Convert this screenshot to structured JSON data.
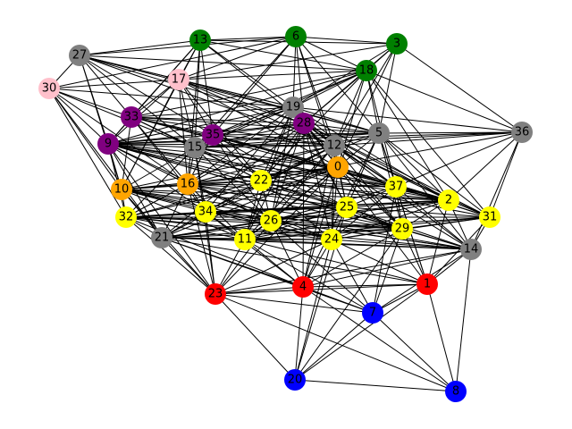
{
  "colors": {
    "red": "#ff0000",
    "green": "#008000",
    "blue": "#0000ff",
    "yellow": "#ffff00",
    "gray": "#808080",
    "purple": "#800080",
    "orange": "#ffa500",
    "pink": "#ffc0cb"
  },
  "nodes": [
    {
      "id": "0",
      "color": "orange"
    },
    {
      "id": "1",
      "color": "red"
    },
    {
      "id": "2",
      "color": "yellow"
    },
    {
      "id": "3",
      "color": "green"
    },
    {
      "id": "4",
      "color": "red"
    },
    {
      "id": "5",
      "color": "gray"
    },
    {
      "id": "6",
      "color": "green"
    },
    {
      "id": "7",
      "color": "blue"
    },
    {
      "id": "8",
      "color": "blue"
    },
    {
      "id": "9",
      "color": "purple"
    },
    {
      "id": "10",
      "color": "orange"
    },
    {
      "id": "11",
      "color": "yellow"
    },
    {
      "id": "12",
      "color": "gray"
    },
    {
      "id": "13",
      "color": "green"
    },
    {
      "id": "14",
      "color": "gray"
    },
    {
      "id": "15",
      "color": "gray"
    },
    {
      "id": "16",
      "color": "orange"
    },
    {
      "id": "17",
      "color": "pink"
    },
    {
      "id": "18",
      "color": "green"
    },
    {
      "id": "19",
      "color": "gray"
    },
    {
      "id": "20",
      "color": "blue"
    },
    {
      "id": "21",
      "color": "gray"
    },
    {
      "id": "22",
      "color": "yellow"
    },
    {
      "id": "23",
      "color": "red"
    },
    {
      "id": "24",
      "color": "yellow"
    },
    {
      "id": "25",
      "color": "yellow"
    },
    {
      "id": "26",
      "color": "yellow"
    },
    {
      "id": "27",
      "color": "gray"
    },
    {
      "id": "28",
      "color": "purple"
    },
    {
      "id": "29",
      "color": "yellow"
    },
    {
      "id": "30",
      "color": "pink"
    },
    {
      "id": "31",
      "color": "yellow"
    },
    {
      "id": "32",
      "color": "yellow"
    },
    {
      "id": "33",
      "color": "purple"
    },
    {
      "id": "34",
      "color": "yellow"
    },
    {
      "id": "35",
      "color": "purple"
    },
    {
      "id": "36",
      "color": "gray"
    },
    {
      "id": "37",
      "color": "yellow"
    }
  ],
  "edges": [
    [
      "8",
      "20"
    ],
    [
      "8",
      "1"
    ],
    [
      "8",
      "7"
    ],
    [
      "8",
      "4"
    ],
    [
      "8",
      "23"
    ],
    [
      "8",
      "14"
    ],
    [
      "20",
      "4"
    ],
    [
      "20",
      "7"
    ],
    [
      "20",
      "1"
    ],
    [
      "20",
      "23"
    ],
    [
      "20",
      "24"
    ],
    [
      "20",
      "25"
    ],
    [
      "20",
      "29"
    ],
    [
      "7",
      "23"
    ],
    [
      "7",
      "4"
    ],
    [
      "7",
      "1"
    ],
    [
      "7",
      "14"
    ],
    [
      "7",
      "29"
    ],
    [
      "7",
      "24"
    ],
    [
      "7",
      "11"
    ],
    [
      "7",
      "21"
    ],
    [
      "7",
      "37"
    ],
    [
      "7",
      "26"
    ],
    [
      "23",
      "4"
    ],
    [
      "23",
      "1"
    ],
    [
      "23",
      "21"
    ],
    [
      "23",
      "11"
    ],
    [
      "23",
      "34"
    ],
    [
      "23",
      "26"
    ],
    [
      "23",
      "32"
    ],
    [
      "23",
      "10"
    ],
    [
      "23",
      "16"
    ],
    [
      "23",
      "15"
    ],
    [
      "23",
      "9"
    ],
    [
      "23",
      "24"
    ],
    [
      "23",
      "0"
    ],
    [
      "23",
      "14"
    ],
    [
      "4",
      "1"
    ],
    [
      "4",
      "21"
    ],
    [
      "4",
      "11"
    ],
    [
      "4",
      "24"
    ],
    [
      "4",
      "26"
    ],
    [
      "4",
      "29"
    ],
    [
      "4",
      "14"
    ],
    [
      "4",
      "0"
    ],
    [
      "4",
      "12"
    ],
    [
      "4",
      "28"
    ],
    [
      "4",
      "5"
    ],
    [
      "4",
      "32"
    ],
    [
      "4",
      "34"
    ],
    [
      "1",
      "14"
    ],
    [
      "1",
      "29"
    ],
    [
      "1",
      "24"
    ],
    [
      "1",
      "31"
    ],
    [
      "1",
      "2"
    ],
    [
      "1",
      "37"
    ],
    [
      "1",
      "5"
    ],
    [
      "1",
      "0"
    ],
    [
      "1",
      "11"
    ],
    [
      "1",
      "21"
    ],
    [
      "14",
      "31"
    ],
    [
      "14",
      "2"
    ],
    [
      "14",
      "36"
    ],
    [
      "14",
      "37"
    ],
    [
      "14",
      "29"
    ],
    [
      "14",
      "24"
    ],
    [
      "14",
      "21"
    ],
    [
      "14",
      "11"
    ],
    [
      "14",
      "32"
    ],
    [
      "14",
      "9"
    ],
    [
      "14",
      "5"
    ],
    [
      "14",
      "0"
    ],
    [
      "14",
      "12"
    ],
    [
      "31",
      "2"
    ],
    [
      "31",
      "36"
    ],
    [
      "31",
      "37"
    ],
    [
      "31",
      "29"
    ],
    [
      "31",
      "5"
    ],
    [
      "31",
      "12"
    ],
    [
      "31",
      "28"
    ],
    [
      "31",
      "18"
    ],
    [
      "31",
      "0"
    ],
    [
      "31",
      "24"
    ],
    [
      "2",
      "36"
    ],
    [
      "2",
      "37"
    ],
    [
      "2",
      "5"
    ],
    [
      "2",
      "12"
    ],
    [
      "2",
      "0"
    ],
    [
      "2",
      "18"
    ],
    [
      "2",
      "19"
    ],
    [
      "2",
      "28"
    ],
    [
      "2",
      "9"
    ],
    [
      "2",
      "15"
    ],
    [
      "2",
      "33"
    ],
    [
      "2",
      "29"
    ],
    [
      "2",
      "25"
    ],
    [
      "36",
      "5"
    ],
    [
      "36",
      "18"
    ],
    [
      "36",
      "3"
    ],
    [
      "36",
      "19"
    ],
    [
      "36",
      "12"
    ],
    [
      "36",
      "9"
    ],
    [
      "36",
      "15"
    ],
    [
      "36",
      "37"
    ],
    [
      "36",
      "22"
    ],
    [
      "5",
      "18"
    ],
    [
      "5",
      "3"
    ],
    [
      "5",
      "6"
    ],
    [
      "5",
      "19"
    ],
    [
      "5",
      "28"
    ],
    [
      "5",
      "12"
    ],
    [
      "5",
      "0"
    ],
    [
      "5",
      "37"
    ],
    [
      "5",
      "9"
    ],
    [
      "5",
      "15"
    ],
    [
      "5",
      "35"
    ],
    [
      "5",
      "33"
    ],
    [
      "5",
      "17"
    ],
    [
      "5",
      "27"
    ],
    [
      "5",
      "22"
    ],
    [
      "5",
      "25"
    ],
    [
      "3",
      "18"
    ],
    [
      "3",
      "6"
    ],
    [
      "3",
      "13"
    ],
    [
      "3",
      "19"
    ],
    [
      "3",
      "12"
    ],
    [
      "3",
      "28"
    ],
    [
      "3",
      "17"
    ],
    [
      "3",
      "0"
    ],
    [
      "18",
      "6"
    ],
    [
      "18",
      "13"
    ],
    [
      "18",
      "19"
    ],
    [
      "18",
      "28"
    ],
    [
      "18",
      "12"
    ],
    [
      "18",
      "0"
    ],
    [
      "18",
      "35"
    ],
    [
      "18",
      "15"
    ],
    [
      "18",
      "33"
    ],
    [
      "18",
      "9"
    ],
    [
      "18",
      "17"
    ],
    [
      "18",
      "27"
    ],
    [
      "18",
      "22"
    ],
    [
      "18",
      "37"
    ],
    [
      "6",
      "13"
    ],
    [
      "6",
      "19"
    ],
    [
      "6",
      "28"
    ],
    [
      "6",
      "12"
    ],
    [
      "6",
      "35"
    ],
    [
      "6",
      "15"
    ],
    [
      "6",
      "17"
    ],
    [
      "6",
      "27"
    ],
    [
      "6",
      "0"
    ],
    [
      "6",
      "30"
    ],
    [
      "13",
      "27"
    ],
    [
      "13",
      "17"
    ],
    [
      "13",
      "33"
    ],
    [
      "13",
      "35"
    ],
    [
      "13",
      "15"
    ],
    [
      "13",
      "19"
    ],
    [
      "13",
      "12"
    ],
    [
      "13",
      "16"
    ],
    [
      "13",
      "10"
    ],
    [
      "13",
      "9"
    ],
    [
      "27",
      "30"
    ],
    [
      "27",
      "17"
    ],
    [
      "27",
      "33"
    ],
    [
      "27",
      "9"
    ],
    [
      "27",
      "10"
    ],
    [
      "27",
      "15"
    ],
    [
      "27",
      "35"
    ],
    [
      "27",
      "19"
    ],
    [
      "27",
      "28"
    ],
    [
      "27",
      "12"
    ],
    [
      "30",
      "17"
    ],
    [
      "30",
      "33"
    ],
    [
      "30",
      "9"
    ],
    [
      "30",
      "10"
    ],
    [
      "30",
      "32"
    ],
    [
      "30",
      "15"
    ],
    [
      "30",
      "21"
    ],
    [
      "30",
      "19"
    ],
    [
      "30",
      "16"
    ],
    [
      "17",
      "33"
    ],
    [
      "17",
      "35"
    ],
    [
      "17",
      "15"
    ],
    [
      "17",
      "9"
    ],
    [
      "17",
      "19"
    ],
    [
      "17",
      "28"
    ],
    [
      "17",
      "12"
    ],
    [
      "17",
      "16"
    ],
    [
      "17",
      "10"
    ],
    [
      "17",
      "0"
    ],
    [
      "17",
      "22"
    ],
    [
      "33",
      "9"
    ],
    [
      "33",
      "35"
    ],
    [
      "33",
      "15"
    ],
    [
      "33",
      "10"
    ],
    [
      "33",
      "16"
    ],
    [
      "33",
      "19"
    ],
    [
      "33",
      "28"
    ],
    [
      "33",
      "12"
    ],
    [
      "33",
      "22"
    ],
    [
      "33",
      "34"
    ],
    [
      "33",
      "0"
    ],
    [
      "9",
      "15"
    ],
    [
      "9",
      "35"
    ],
    [
      "9",
      "10"
    ],
    [
      "9",
      "16"
    ],
    [
      "9",
      "32"
    ],
    [
      "9",
      "21"
    ],
    [
      "9",
      "22"
    ],
    [
      "9",
      "34"
    ],
    [
      "9",
      "26"
    ],
    [
      "9",
      "19"
    ],
    [
      "9",
      "28"
    ],
    [
      "9",
      "12"
    ],
    [
      "9",
      "0"
    ],
    [
      "9",
      "25"
    ],
    [
      "9",
      "37"
    ],
    [
      "9",
      "29"
    ],
    [
      "9",
      "31"
    ],
    [
      "35",
      "15"
    ],
    [
      "35",
      "19"
    ],
    [
      "35",
      "28"
    ],
    [
      "35",
      "12"
    ],
    [
      "35",
      "0"
    ],
    [
      "35",
      "16"
    ],
    [
      "35",
      "22"
    ],
    [
      "35",
      "26"
    ],
    [
      "35",
      "25"
    ],
    [
      "35",
      "37"
    ],
    [
      "35",
      "2"
    ],
    [
      "15",
      "19"
    ],
    [
      "15",
      "28"
    ],
    [
      "15",
      "12"
    ],
    [
      "15",
      "0"
    ],
    [
      "15",
      "16"
    ],
    [
      "15",
      "10"
    ],
    [
      "15",
      "32"
    ],
    [
      "15",
      "22"
    ],
    [
      "15",
      "34"
    ],
    [
      "15",
      "26"
    ],
    [
      "15",
      "37"
    ],
    [
      "15",
      "2"
    ],
    [
      "15",
      "29"
    ],
    [
      "19",
      "28"
    ],
    [
      "19",
      "12"
    ],
    [
      "19",
      "0"
    ],
    [
      "19",
      "16"
    ],
    [
      "19",
      "22"
    ],
    [
      "19",
      "26"
    ],
    [
      "19",
      "25"
    ],
    [
      "19",
      "37"
    ],
    [
      "19",
      "11"
    ],
    [
      "19",
      "34"
    ],
    [
      "28",
      "12"
    ],
    [
      "28",
      "0"
    ],
    [
      "28",
      "16"
    ],
    [
      "28",
      "22"
    ],
    [
      "28",
      "26"
    ],
    [
      "28",
      "25"
    ],
    [
      "28",
      "24"
    ],
    [
      "28",
      "37"
    ],
    [
      "28",
      "29"
    ],
    [
      "28",
      "11"
    ],
    [
      "28",
      "21"
    ],
    [
      "12",
      "0"
    ],
    [
      "12",
      "16"
    ],
    [
      "12",
      "22"
    ],
    [
      "12",
      "26"
    ],
    [
      "12",
      "25"
    ],
    [
      "12",
      "24"
    ],
    [
      "12",
      "37"
    ],
    [
      "12",
      "29"
    ],
    [
      "12",
      "11"
    ],
    [
      "12",
      "34"
    ],
    [
      "12",
      "21"
    ],
    [
      "12",
      "10"
    ],
    [
      "0",
      "16"
    ],
    [
      "0",
      "22"
    ],
    [
      "0",
      "26"
    ],
    [
      "0",
      "25"
    ],
    [
      "0",
      "24"
    ],
    [
      "0",
      "37"
    ],
    [
      "0",
      "29"
    ],
    [
      "0",
      "11"
    ],
    [
      "0",
      "34"
    ],
    [
      "0",
      "21"
    ],
    [
      "0",
      "10"
    ],
    [
      "0",
      "32"
    ],
    [
      "16",
      "10"
    ],
    [
      "16",
      "32"
    ],
    [
      "16",
      "34"
    ],
    [
      "16",
      "21"
    ],
    [
      "16",
      "11"
    ],
    [
      "16",
      "26"
    ],
    [
      "16",
      "22"
    ],
    [
      "16",
      "25"
    ],
    [
      "16",
      "24"
    ],
    [
      "16",
      "29"
    ],
    [
      "16",
      "2"
    ],
    [
      "16",
      "37"
    ],
    [
      "10",
      "32"
    ],
    [
      "10",
      "34"
    ],
    [
      "10",
      "21"
    ],
    [
      "10",
      "11"
    ],
    [
      "10",
      "26"
    ],
    [
      "10",
      "22"
    ],
    [
      "10",
      "25"
    ],
    [
      "10",
      "24"
    ],
    [
      "10",
      "29"
    ],
    [
      "10",
      "2"
    ],
    [
      "10",
      "14"
    ],
    [
      "32",
      "34"
    ],
    [
      "32",
      "21"
    ],
    [
      "32",
      "11"
    ],
    [
      "32",
      "26"
    ],
    [
      "32",
      "22"
    ],
    [
      "32",
      "25"
    ],
    [
      "32",
      "24"
    ],
    [
      "32",
      "29"
    ],
    [
      "32",
      "2"
    ],
    [
      "32",
      "31"
    ],
    [
      "34",
      "21"
    ],
    [
      "34",
      "11"
    ],
    [
      "34",
      "26"
    ],
    [
      "34",
      "22"
    ],
    [
      "34",
      "25"
    ],
    [
      "34",
      "24"
    ],
    [
      "34",
      "29"
    ],
    [
      "34",
      "2"
    ],
    [
      "34",
      "14"
    ],
    [
      "21",
      "11"
    ],
    [
      "21",
      "26"
    ],
    [
      "21",
      "24"
    ],
    [
      "21",
      "29"
    ],
    [
      "21",
      "25"
    ],
    [
      "21",
      "2"
    ],
    [
      "21",
      "31"
    ],
    [
      "11",
      "26"
    ],
    [
      "11",
      "24"
    ],
    [
      "11",
      "29"
    ],
    [
      "11",
      "25"
    ],
    [
      "11",
      "22"
    ],
    [
      "11",
      "2"
    ],
    [
      "11",
      "31"
    ],
    [
      "26",
      "22"
    ],
    [
      "26",
      "25"
    ],
    [
      "26",
      "24"
    ],
    [
      "26",
      "29"
    ],
    [
      "26",
      "2"
    ],
    [
      "26",
      "37"
    ],
    [
      "26",
      "14"
    ],
    [
      "22",
      "25"
    ],
    [
      "22",
      "24"
    ],
    [
      "22",
      "29"
    ],
    [
      "22",
      "2"
    ],
    [
      "22",
      "37"
    ],
    [
      "25",
      "24"
    ],
    [
      "25",
      "29"
    ],
    [
      "25",
      "37"
    ],
    [
      "25",
      "14"
    ],
    [
      "25",
      "31"
    ],
    [
      "24",
      "29"
    ],
    [
      "24",
      "37"
    ],
    [
      "24",
      "2"
    ],
    [
      "29",
      "37"
    ],
    [
      "29",
      "5"
    ],
    [
      "37",
      "12"
    ]
  ]
}
